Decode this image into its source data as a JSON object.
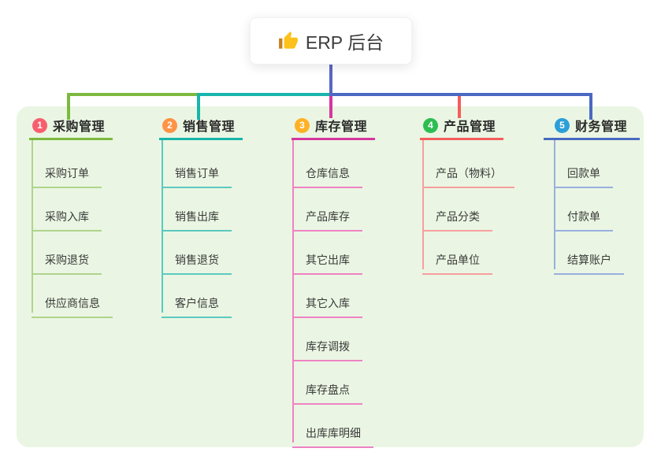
{
  "root": {
    "title": "ERP 后台",
    "icon": "thumbs-up"
  },
  "branches": [
    {
      "number": "1",
      "title": "采购管理",
      "badge_color": "#f85f6e",
      "line_color": "#7cb93e",
      "child_line_color": "#afd48c",
      "children": [
        "采购订单",
        "采购入库",
        "采购退货",
        "供应商信息"
      ]
    },
    {
      "number": "2",
      "title": "销售管理",
      "badge_color": "#ff9346",
      "line_color": "#17b5ab",
      "child_line_color": "#5cc9c0",
      "children": [
        "销售订单",
        "销售出库",
        "销售退货",
        "客户信息"
      ]
    },
    {
      "number": "3",
      "title": "库存管理",
      "badge_color": "#ffb125",
      "line_color": "#d6369f",
      "child_line_color": "#ef82c4",
      "children": [
        "仓库信息",
        "产品库存",
        "其它出库",
        "其它入库",
        "库存调拨",
        "库存盘点",
        "出库库明细"
      ]
    },
    {
      "number": "4",
      "title": "产品管理",
      "badge_color": "#2dbd52",
      "line_color": "#f55c5c",
      "child_line_color": "#f89e9e",
      "children": [
        "产品（物料）",
        "产品分类",
        "产品单位"
      ]
    },
    {
      "number": "5",
      "title": "财务管理",
      "badge_color": "#2c9fd8",
      "line_color": "#4a69c2",
      "child_line_color": "#99afdf",
      "children": [
        "回款单",
        "付款单",
        "结算账户"
      ]
    }
  ],
  "colors": {
    "root_connector": "#5b66c4",
    "panel_background": "#eaf6e3",
    "card_background": "#ffffff",
    "thumb_yellow": "#fcc21b",
    "thumb_cuff": "#c7801e"
  }
}
